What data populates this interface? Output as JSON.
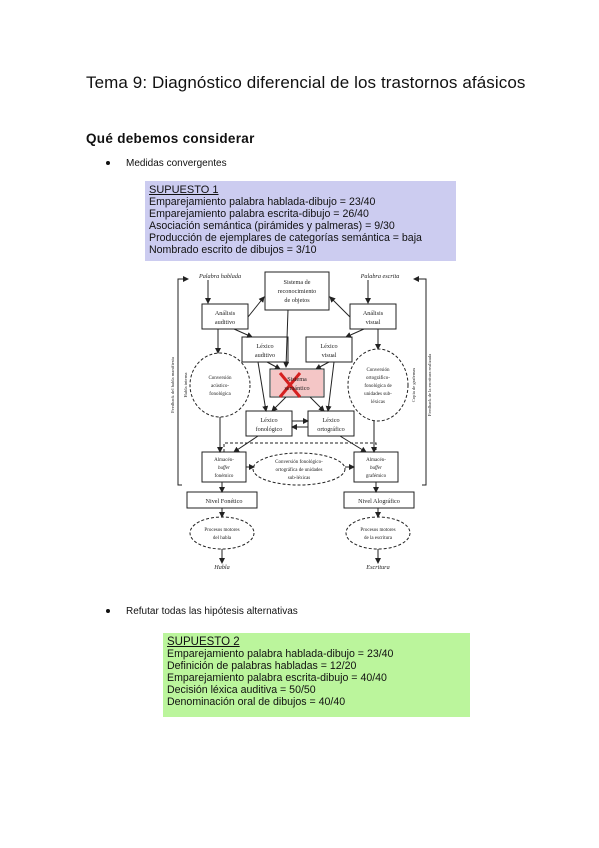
{
  "doc": {
    "title": "Tema 9: Diagnóstico diferencial de los trastornos afásicos",
    "subtitle": "Qué debemos considerar",
    "bullet1": "Medidas convergentes",
    "bullet2": "Refutar todas las hipótesis alternativas"
  },
  "case1": {
    "heading": "SUPUESTO 1",
    "lines": [
      "Emparejamiento palabra hablada-dibujo = 23/40",
      "Emparejamiento palabra escrita-dibujo = 26/40",
      "Asociación semántica (pirámides y palmeras) = 9/30",
      "Producción de ejemplares de categorías semántica = baja",
      "Nombrado escrito de dibujos = 3/10"
    ],
    "color": "#ccccf0"
  },
  "case2": {
    "heading": "SUPUESTO 2",
    "lines": [
      "Emparejamiento palabra hablada-dibujo = 23/40",
      "Definición de palabras habladas = 12/20",
      "Emparejamiento palabra escrita-dibujo = 40/40",
      "Decisión léxica auditiva = 50/50",
      "Denominación oral de dibujos = 40/40"
    ],
    "color": "#bbf59c"
  },
  "diagram": {
    "palabra_hablada": "Palabra hablada",
    "palabra_escrita": "Palabra escrita",
    "sistema_1": "Sistema de",
    "sistema_2": "reconocimiento",
    "sistema_3": "de objetos",
    "analisis_auditivo_1": "Análisis",
    "analisis_auditivo_2": "auditivo",
    "analisis_visual_1": "Análisis",
    "analisis_visual_2": "visual",
    "lexico_auditivo_1": "Léxico",
    "lexico_auditivo_2": "auditivo",
    "lexico_visual_1": "Léxico",
    "lexico_visual_2": "visual",
    "sistema_semantico_1": "Sistema",
    "sistema_semantico_2": "semántico",
    "conv_ac_1": "Conversión",
    "conv_ac_2": "acústico-",
    "conv_ac_3": "fonológica",
    "conv_orto_1": "Conversión",
    "conv_orto_2": "ortográfico-",
    "conv_orto_3": "fonológica de",
    "conv_orto_4": "unidades sub-",
    "conv_orto_5": "léxicas",
    "lexico_fonologico_1": "Léxico",
    "lexico_fonologico_2": "fonológico",
    "lexico_ortografico_1": "Léxico",
    "lexico_ortografico_2": "ortográfico",
    "buffer_fon_1": "Almacén-",
    "buffer_fon_2": "buffer",
    "buffer_fon_3": "fonémico",
    "buffer_graf_1": "Almacén-",
    "buffer_graf_2": "buffer",
    "buffer_graf_3": "grafémico",
    "conv_fon_orto_1": "Conversión fonológico-",
    "conv_fon_orto_2": "ortográfica de unidades",
    "conv_fon_orto_3": "sub-léxicas",
    "nivel_fonetico": "Nivel Fonético",
    "nivel_alografico": "Nivel Alográfico",
    "proc_habla_1": "Procesos motores",
    "proc_habla_2": "del habla",
    "proc_escritura_1": "Procesos motores",
    "proc_escritura_2": "de la escritura",
    "habla": "Habla",
    "escritura": "Escritura",
    "feedback_habla_manifiesta": "Feedback del habla manifiesta",
    "habla_interna": "Habla interna",
    "copia_grafemas": "Copia de grafemas",
    "feedback_escritura": "Feedback de la escritura realizada"
  }
}
